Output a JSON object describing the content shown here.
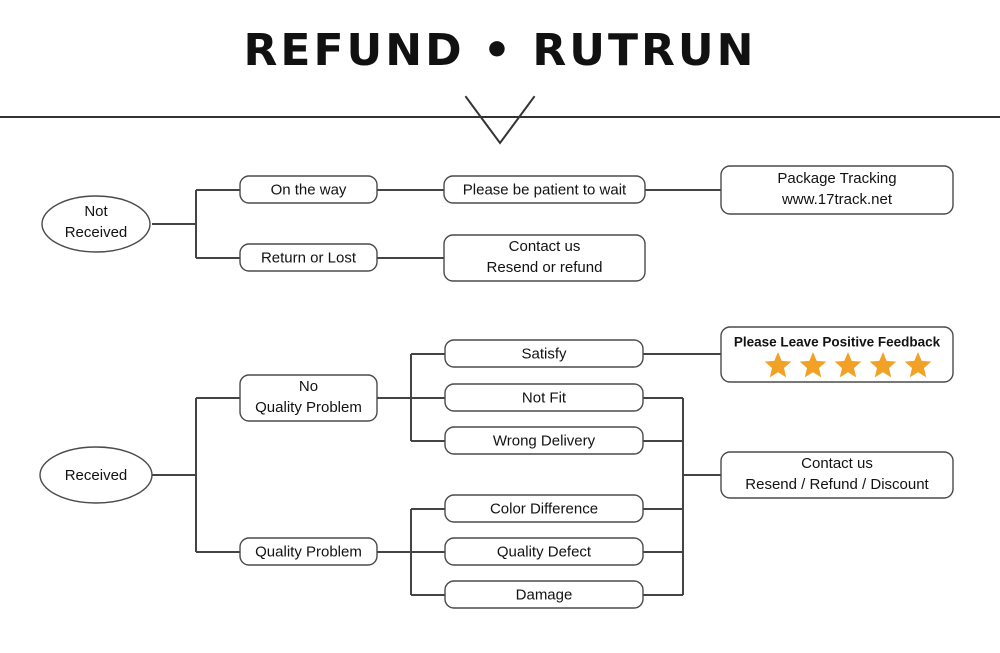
{
  "header": {
    "title": "REFUND • RUTRUN",
    "divider": "horizontal-rule",
    "chevron": "down-chevron"
  },
  "colors": {
    "background": "#ffffff",
    "text": "#121212",
    "line": "#444444",
    "node_border": "#4a4a4a",
    "node_fill": "#ffffff",
    "star": "#F2A127",
    "star_outline": "#E8961C"
  },
  "flow": {
    "branches": [
      {
        "id": "not-received",
        "root": {
          "label": "Not\nReceived",
          "shape": "ellipse"
        },
        "level1": [
          {
            "id": "on-the-way",
            "label": "On the way"
          },
          {
            "id": "return-or-lost",
            "label": "Return or Lost"
          }
        ],
        "level2": [
          {
            "id": "please-be-patient",
            "label": "Please be patient to wait"
          },
          {
            "id": "contact-us-resend-refund",
            "label": "Contact us\nResend or refund"
          }
        ],
        "level3": [
          {
            "id": "package-tracking",
            "label": "Package Tracking\nwww.17track.net"
          }
        ]
      },
      {
        "id": "received",
        "root": {
          "label": "Received",
          "shape": "ellipse"
        },
        "level1": [
          {
            "id": "no-quality-problem",
            "label": "No\nQuality Problem"
          },
          {
            "id": "quality-problem",
            "label": "Quality Problem"
          }
        ],
        "level2": [
          {
            "id": "satisfy",
            "label": "Satisfy"
          },
          {
            "id": "not-fit",
            "label": "Not Fit"
          },
          {
            "id": "wrong-delivery",
            "label": "Wrong Delivery"
          },
          {
            "id": "color-difference",
            "label": "Color Difference"
          },
          {
            "id": "quality-defect",
            "label": "Quality Defect"
          },
          {
            "id": "damage",
            "label": "Damage"
          }
        ],
        "level3": [
          {
            "id": "positive-feedback",
            "label": "Please Leave Positive Feedback",
            "stars": 5
          },
          {
            "id": "contact-us-resend-refund-discount",
            "label": "Contact us\nResend / Refund / Discount"
          }
        ]
      }
    ]
  },
  "nodes": {
    "not_received": "Not\nReceived",
    "on_the_way": "On the way",
    "return_or_lost": "Return or Lost",
    "please_be_patient": "Please be patient to wait",
    "contact_us_resend_refund": "Contact us\nResend or refund",
    "package_tracking": "Package Tracking\nwww.17track.net",
    "received": "Received",
    "no_quality_problem": "No\nQuality Problem",
    "quality_problem": "Quality Problem",
    "satisfy": "Satisfy",
    "not_fit": "Not Fit",
    "wrong_delivery": "Wrong Delivery",
    "color_difference": "Color Difference",
    "quality_defect": "Quality Defect",
    "damage": "Damage",
    "positive_feedback": "Please Leave Positive Feedback",
    "contact_us_discount": "Contact us\nResend / Refund / Discount"
  },
  "node_lines": {
    "not_received_1": "Not",
    "not_received_2": "Received",
    "contact_refund_1": "Contact us",
    "contact_refund_2": "Resend or refund",
    "tracking_1": "Package Tracking",
    "tracking_2": "www.17track.net",
    "no_quality_1": "No",
    "no_quality_2": "Quality Problem",
    "contact_discount_1": "Contact us",
    "contact_discount_2": "Resend / Refund / Discount"
  },
  "stars": {
    "count": 5,
    "filled": 5
  }
}
